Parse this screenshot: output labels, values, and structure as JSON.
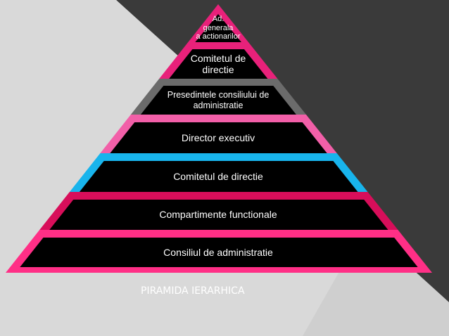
{
  "caption": "PIRAMIDA IERARHICA",
  "colors": {
    "background_dark": "#3a3a3a",
    "background_light": "#cfcfcf",
    "fill": "#000000",
    "text": "#ffffff"
  },
  "levels": [
    {
      "lines": [
        "Ad.",
        "generala",
        "a actionarilor"
      ],
      "border": "#e8217a"
    },
    {
      "lines": [
        "Comitetul de",
        "directie"
      ],
      "border": "#e8217a"
    },
    {
      "lines": [
        "Presedintele consiliului de",
        "administratie"
      ],
      "border": "#6b6b6b"
    },
    {
      "lines": [
        "Director executiv"
      ],
      "border": "#f25fa8"
    },
    {
      "lines": [
        "Comitetul de directie"
      ],
      "border": "#18b4ec"
    },
    {
      "lines": [
        "Compartimente functionale"
      ],
      "border": "#d80e5a"
    },
    {
      "lines": [
        "Consiliul de administratie"
      ],
      "border": "#ff2f86"
    }
  ]
}
